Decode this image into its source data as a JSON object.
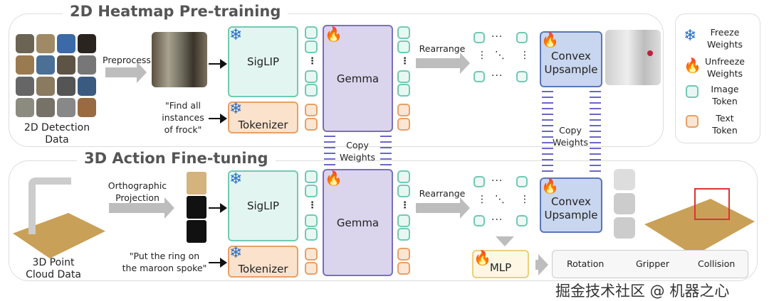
{
  "top": {
    "title": "2D Heatmap Pre-training",
    "data_label": "2D Detection\nData",
    "preprocess": "Preprocess",
    "prompt": "\"Find all\ninstances\nof frock\"",
    "siglip": "SigLIP",
    "tokenizer": "Tokenizer",
    "gemma": "Gemma",
    "rearrange": "Rearrange",
    "convex": "Convex\nUpsample",
    "copy_weights_gemma": "Copy\nWeights",
    "copy_weights_convex": "Copy\nWeights"
  },
  "bottom": {
    "title": "3D Action Fine-tuning",
    "data_label": "3D Point\nCloud Data",
    "projection": "Orthographic\nProjection",
    "prompt": "\"Put the ring on\nthe maroon spoke\"",
    "siglip": "SigLIP",
    "tokenizer": "Tokenizer",
    "gemma": "Gemma",
    "rearrange": "Rearrange",
    "convex": "Convex\nUpsample",
    "mlp": "MLP",
    "outputs": [
      "Rotation",
      "Gripper",
      "Collision"
    ]
  },
  "legend": {
    "freeze": "Freeze\nWeights",
    "unfreeze": "Unfreeze\nWeights",
    "image_token": "Image\nToken",
    "text_token": "Text\nToken"
  },
  "icons": {
    "freeze": "snowflake-icon",
    "unfreeze": "fire-icon"
  },
  "colors": {
    "image_token": "#72c9b3",
    "text_token": "#e8a066",
    "gemma": "#7a70b9",
    "convex": "#5a76b6",
    "mlp": "#e9d07c"
  },
  "watermark": "掘金技术社区 @ 机器之心"
}
